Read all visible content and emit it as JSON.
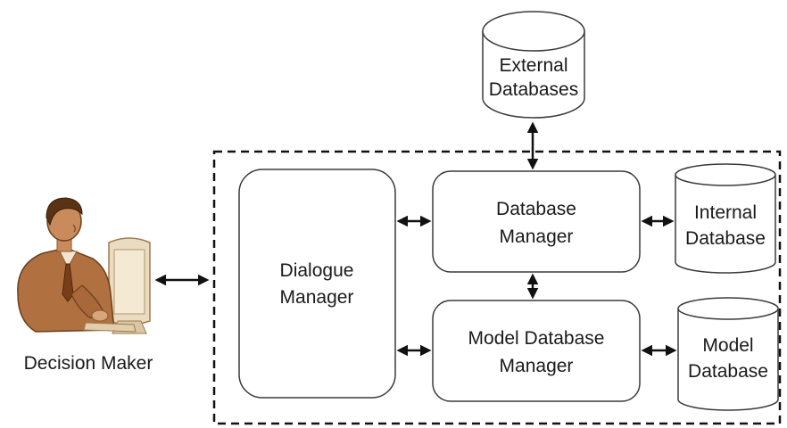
{
  "nodes": {
    "external_db": {
      "line1": "External",
      "line2": "Databases"
    },
    "dialogue_manager": {
      "line1": "Dialogue",
      "line2": "Manager"
    },
    "database_manager": {
      "line1": "Database",
      "line2": "Manager"
    },
    "model_db_manager": {
      "line1": "Model Database",
      "line2": "Manager"
    },
    "internal_db": {
      "line1": "Internal",
      "line2": "Database"
    },
    "model_db": {
      "line1": "Model",
      "line2": "Database"
    },
    "decision_maker": {
      "label": "Decision Maker"
    }
  },
  "connections": [
    "decision-maker <-> dss-system",
    "dialogue-manager <-> database-manager",
    "dialogue-manager <-> model-database-manager",
    "database-manager <-> internal-database",
    "model-database-manager <-> model-database",
    "database-manager <-> model-database-manager",
    "database-manager <-> external-databases"
  ],
  "colors": {
    "line": "#111111",
    "border": "#3a3a3a",
    "skin": "#c98a5c",
    "suit": "#b0703f",
    "monitor": "#e9dcc0"
  }
}
